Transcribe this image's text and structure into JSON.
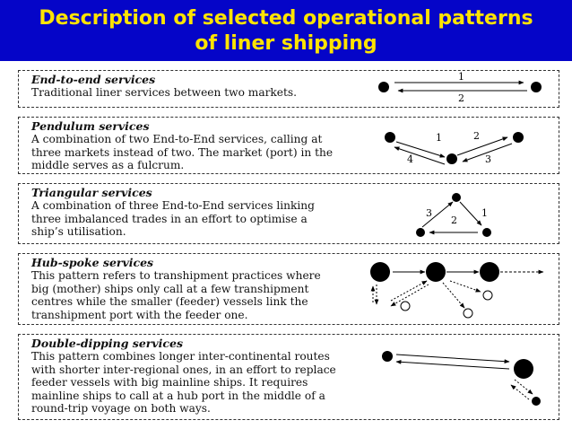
{
  "title": {
    "line1": "Description of selected operational patterns",
    "line2": "of liner shipping"
  },
  "colors": {
    "title_bg": "#0505c8",
    "title_text": "#ffe400"
  },
  "services": [
    {
      "title": "End-to-end services",
      "lines": [
        "Traditional liner services between two markets."
      ],
      "diagram_labels": [
        "1",
        "2"
      ]
    },
    {
      "title": "Pendulum services",
      "lines": [
        "A combination of two End-to-End services, calling at",
        "three markets instead of two. The market (port) in the",
        "middle serves as a fulcrum."
      ],
      "diagram_labels": [
        "1",
        "2",
        "3",
        "4"
      ]
    },
    {
      "title": "Triangular services",
      "lines": [
        "A combination of three End-to-End services linking",
        "three imbalanced trades in an effort to optimise a",
        "ship’s utilisation."
      ],
      "diagram_labels": [
        "3",
        "2",
        "1"
      ]
    },
    {
      "title": "Hub-spoke services",
      "lines": [
        "This pattern refers to transhipment practices where",
        "big (mother) ships only call at a few transhipment",
        "centres while the smaller (feeder) vessels link the",
        "transhipment port with the feeder one."
      ]
    },
    {
      "title": "Double-dipping services",
      "lines": [
        "This pattern combines longer inter-continental routes",
        "with shorter inter-regional ones, in an effort to replace",
        "feeder vessels with big mainline ships. It requires",
        "mainline ships to call at a hub port in the middle of a",
        "round-trip voyage on both ways."
      ]
    }
  ]
}
